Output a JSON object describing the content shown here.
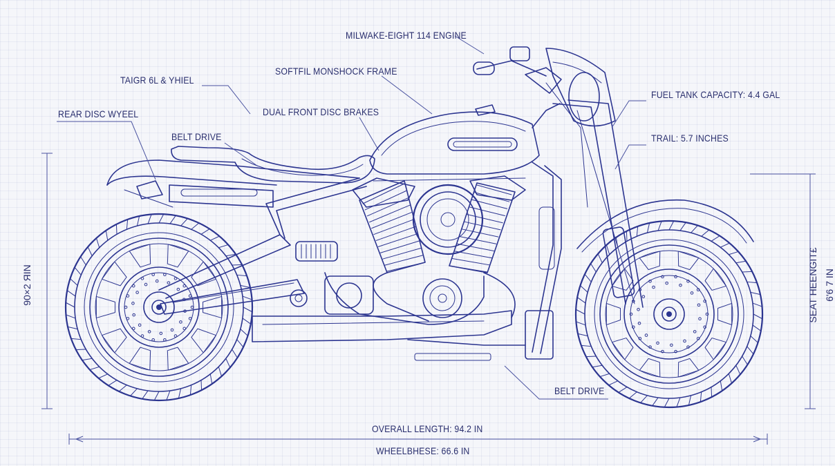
{
  "diagram": {
    "labels": {
      "engine": "MILWAKE-EIGHT 114 ENGINE",
      "frame": "SOFTFIL MONSHOCK FRAME",
      "tire_wheel": "TAIGR 6L & YHIEL",
      "rear_disc": "REAR DISC WYEEL",
      "belt_drive_top": "BELT DRIVE",
      "front_brakes": "DUAL FRONT DISC BRAKES",
      "fuel_tank": "FUEL TANK CAPACITY: 4.4 GAL",
      "trail": "TRAIL: 5.7 INCHES",
      "belt_drive_bottom": "BELT DRIVE",
      "overall_length": "OVERALL LENGTH: 94.2 IN",
      "wheelbase": "WHEELBHESE: 66.6 IN",
      "left_height": "90×2 ЯIN",
      "seat_height": "SEAT HEENGIT£",
      "seat_height_value": "6'6 7 IN"
    },
    "colors": {
      "ink": "#2c3590",
      "paper": "#f5f6fa",
      "grid": "#dfe2f0"
    }
  }
}
